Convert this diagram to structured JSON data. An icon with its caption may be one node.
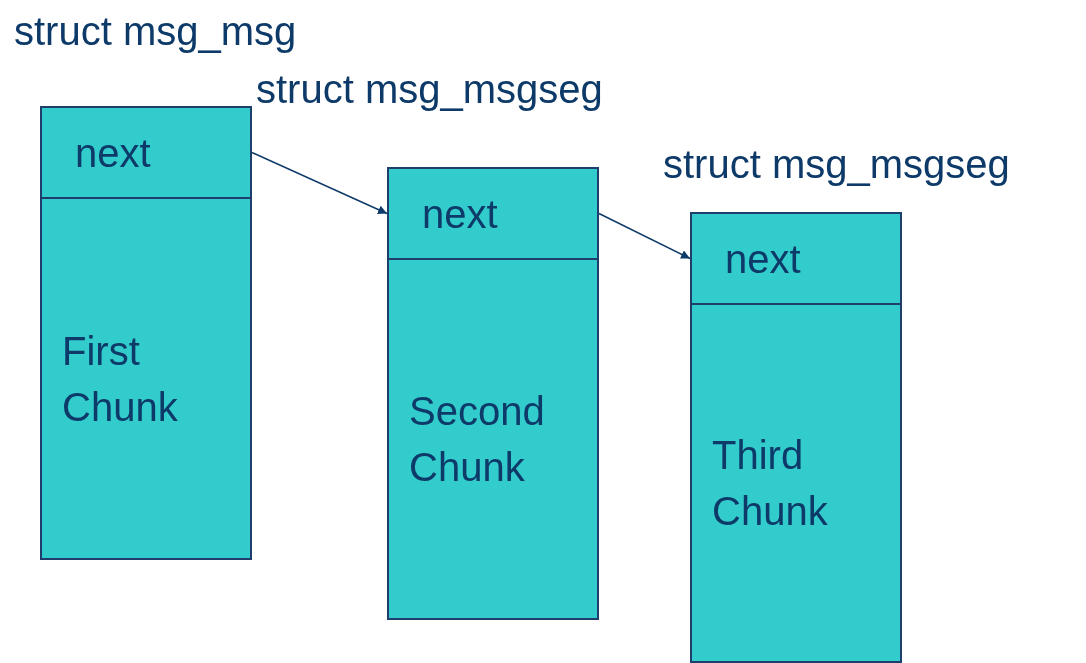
{
  "diagram": {
    "nodes": [
      {
        "text": [
          "struct msg_msg"
        ]
      },
      {
        "text": [
          "next"
        ],
        "in": 0
      },
      {
        "text": [
          "First Chunk"
        ],
        "in": 0
      },
      {
        "text": [
          "struct msg_msgseg"
        ]
      },
      {
        "text": [
          "next"
        ],
        "in": 3
      },
      {
        "text": [
          "Second Chunk"
        ],
        "in": 3
      },
      {
        "text": [
          "struct msg_msgseg"
        ]
      },
      {
        "text": [
          "next"
        ],
        "in": 6
      },
      {
        "text": [
          "Third Chunk"
        ],
        "in": 6
      }
    ],
    "edges": [
      {
        "from": 1,
        "to": 4,
        "arrow": "to"
      },
      {
        "from": 4,
        "to": 7,
        "arrow": "to"
      }
    ]
  }
}
